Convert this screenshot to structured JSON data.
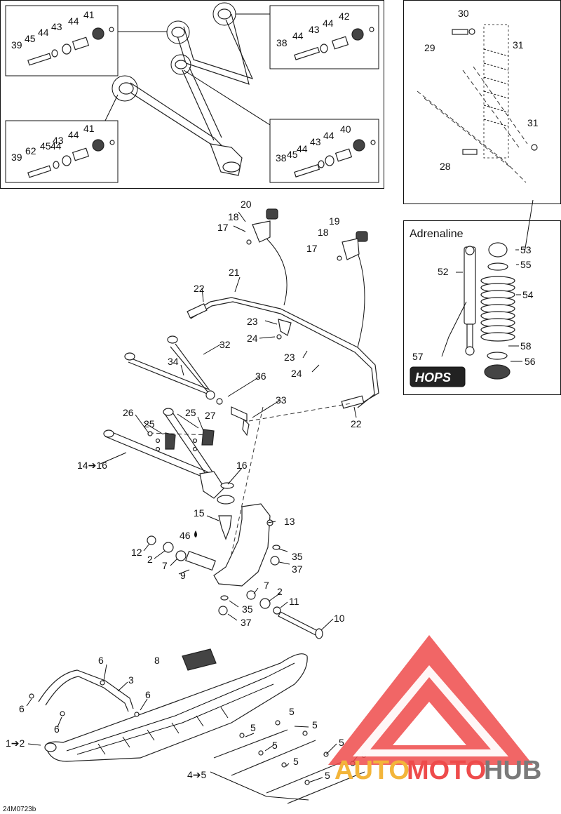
{
  "labels": {
    "l41a": "41",
    "l44a": "44",
    "l43a": "43",
    "l44b": "44",
    "l45a": "45",
    "l39a": "39",
    "l42": "42",
    "l44c": "44",
    "l43b": "43",
    "l44d": "44",
    "l38a": "38",
    "l41b": "41",
    "l44e": "44",
    "l43c": "43",
    "l62": "62",
    "l45b": "45",
    "l44f": "44",
    "l39b": "39",
    "l40": "40",
    "l44g": "44",
    "l43d": "43",
    "l44h": "44",
    "l45c": "45",
    "l38b": "38",
    "l30": "30",
    "l29": "29",
    "l31a": "31",
    "l31b": "31",
    "l28": "28",
    "adrenaline": "Adrenaline",
    "l53": "53",
    "l52": "52",
    "l55": "55",
    "l54": "54",
    "l57": "57",
    "l58": "58",
    "l56": "56",
    "l20": "20",
    "l18a": "18",
    "l17a": "17",
    "l19": "19",
    "l18b": "18",
    "l17b": "17",
    "l21": "21",
    "l22a": "22",
    "l23a": "23",
    "l24a": "24",
    "l23b": "23",
    "l24b": "24",
    "l32": "32",
    "l34": "34",
    "l36": "36",
    "l33": "33",
    "l22b": "22",
    "l26": "26",
    "l25a": "25",
    "l25b": "25",
    "l27": "27",
    "l14": "14➔16",
    "l16": "16",
    "l15": "15",
    "l13": "13",
    "l46": "46",
    "l12": "12",
    "l2a": "2",
    "l7a": "7",
    "l9": "9",
    "l35a": "35",
    "l37a": "37",
    "l7b": "7",
    "l2b": "2",
    "l11": "11",
    "l35b": "35",
    "l37b": "37",
    "l10": "10",
    "l8": "8",
    "l6a": "6",
    "l3": "3",
    "l6b": "6",
    "l6c": "6",
    "l6d": "6",
    "l1": "1➔2",
    "l5a": "5",
    "l5b": "5",
    "l5c": "5",
    "l5d": "5",
    "l5e": "5",
    "l5f": "5",
    "l5g": "5",
    "l5h": "5",
    "l4": "4➔5",
    "code": "24M0723b"
  },
  "logo": {
    "hops": "HOPS",
    "watermark_left": "AUTO",
    "watermark_mid": "MOTO",
    "watermark_right": "HUB",
    "colors": {
      "red": "#ee4b4b",
      "orange": "#f3b53a",
      "gray": "#7a7a7a"
    }
  }
}
